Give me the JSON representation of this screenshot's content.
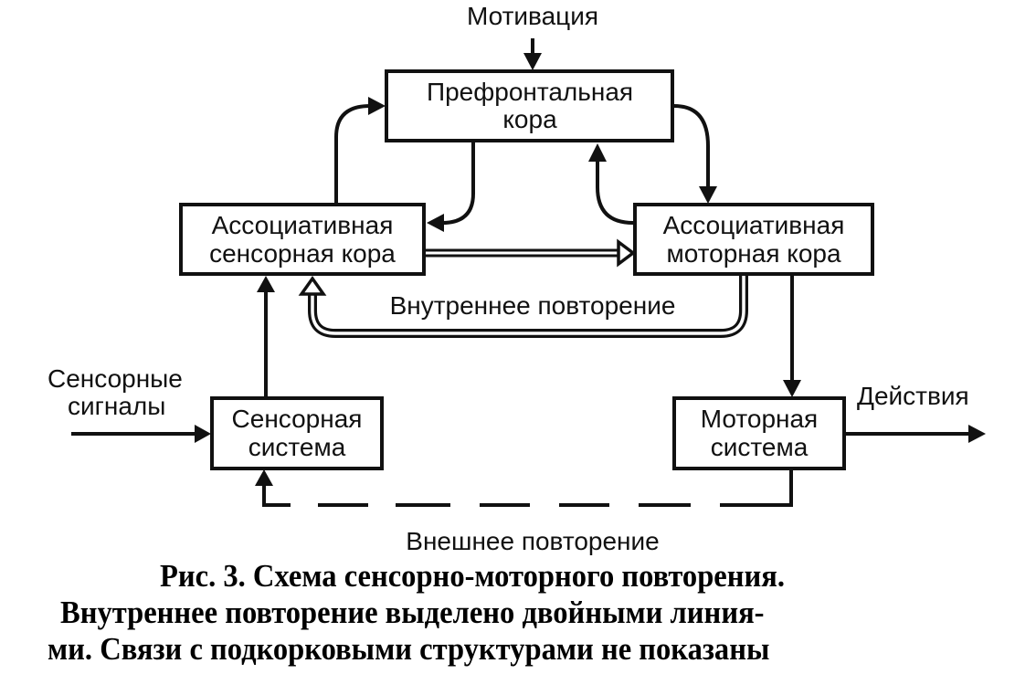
{
  "diagram": {
    "nodes": {
      "prefrontal": {
        "line1": "Префронтальная",
        "line2": "кора"
      },
      "assoc_sensory": {
        "line1": "Ассоциативная",
        "line2": "сенсорная кора"
      },
      "assoc_motor": {
        "line1": "Ассоциативная",
        "line2": "моторная кора"
      },
      "sensory_system": {
        "line1": "Сенсорная",
        "line2": "система"
      },
      "motor_system": {
        "line1": "Моторная",
        "line2": "система"
      }
    },
    "labels": {
      "motivation": "Мотивация",
      "sensory_signals_1": "Сенсорные",
      "sensory_signals_2": "сигналы",
      "actions": "Действия",
      "internal_repetition": "Внутреннее повторение",
      "external_repetition": "Внешнее повторение"
    },
    "edges": [
      {
        "from": "motivation",
        "to": "prefrontal",
        "style": "single"
      },
      {
        "from": "assoc_sensory",
        "to": "prefrontal",
        "style": "single"
      },
      {
        "from": "prefrontal",
        "to": "assoc_sensory",
        "style": "single"
      },
      {
        "from": "prefrontal",
        "to": "assoc_motor",
        "style": "single"
      },
      {
        "from": "assoc_motor",
        "to": "prefrontal",
        "style": "single"
      },
      {
        "from": "assoc_sensory",
        "to": "assoc_motor",
        "style": "double"
      },
      {
        "from": "assoc_motor",
        "to": "assoc_sensory",
        "style": "double",
        "label": "internal_repetition"
      },
      {
        "from": "sensory_signals",
        "to": "sensory_system",
        "style": "single"
      },
      {
        "from": "sensory_system",
        "to": "assoc_sensory",
        "style": "single"
      },
      {
        "from": "assoc_motor",
        "to": "motor_system",
        "style": "single"
      },
      {
        "from": "motor_system",
        "to": "actions",
        "style": "single"
      },
      {
        "from": "motor_system",
        "to": "sensory_system",
        "style": "dashed",
        "label": "external_repetition"
      }
    ]
  },
  "caption": {
    "line1": "Рис. 3. Схема сенсорно-моторного повторения.",
    "line2": "Внутреннее повторение выделено двойными линия-",
    "line3": "ми. Связи с подкорковыми структурами не показаны"
  }
}
